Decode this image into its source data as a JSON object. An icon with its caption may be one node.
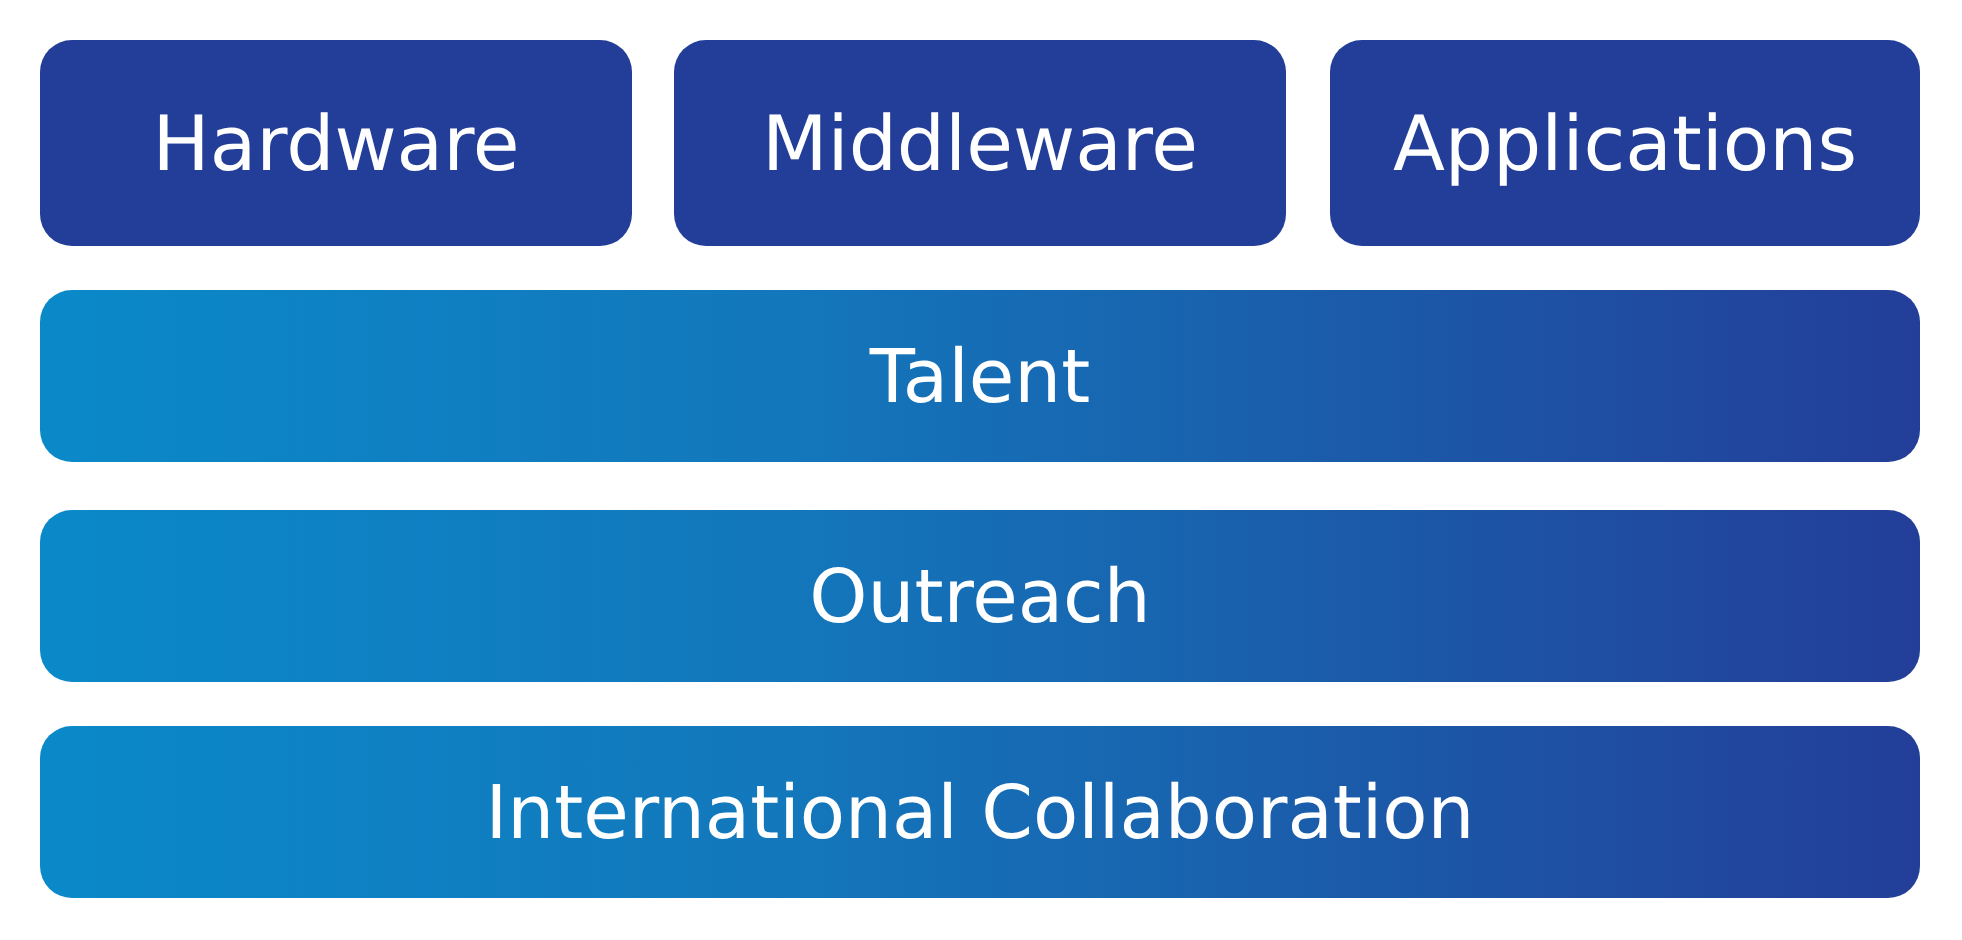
{
  "diagram": {
    "nodes": [
      {
        "text": [
          "Hardware"
        ]
      },
      {
        "text": [
          "Middleware"
        ]
      },
      {
        "text": [
          "Applications"
        ]
      },
      {
        "text": [
          "Talent"
        ]
      },
      {
        "text": [
          "Outreach"
        ]
      },
      {
        "text": [
          "International Collaboration"
        ]
      }
    ]
  }
}
